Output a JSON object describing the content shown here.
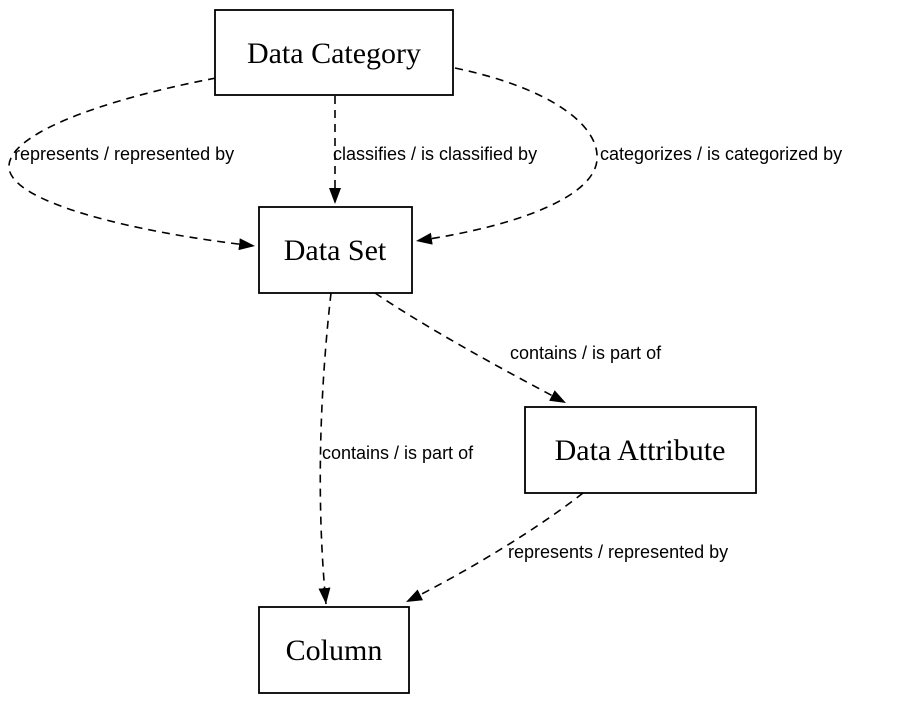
{
  "diagram": {
    "colors": {
      "stroke": "#000000",
      "background": "#ffffff"
    },
    "nodes": {
      "data_category": {
        "label": "Data Category"
      },
      "data_set": {
        "label": "Data Set"
      },
      "data_attribute": {
        "label": "Data Attribute"
      },
      "column": {
        "label": "Column"
      }
    },
    "edges": {
      "category_represents_set": {
        "label": "represents / represented by"
      },
      "category_classifies_set": {
        "label": "classifies / is classified by"
      },
      "category_categorizes_set": {
        "label": "categorizes / is categorized by"
      },
      "set_contains_attribute": {
        "label": "contains / is part of"
      },
      "set_contains_column": {
        "label": "contains / is part of"
      },
      "attribute_represents_column": {
        "label": "represents / represented by"
      }
    }
  }
}
